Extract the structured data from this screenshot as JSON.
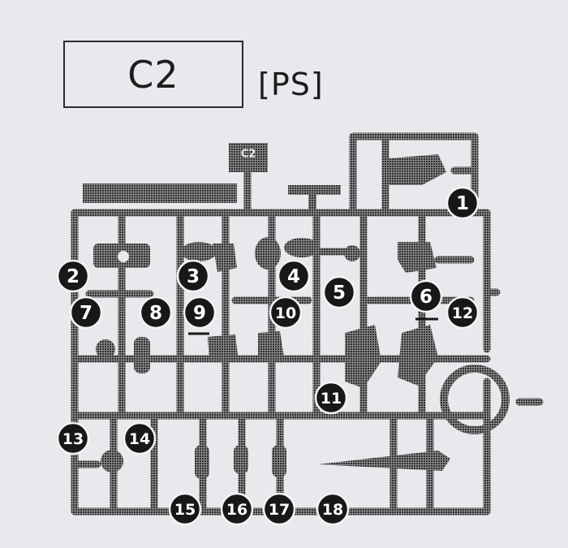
{
  "sprue": {
    "label": "C2",
    "material": "[PS]",
    "tab_label": "C2",
    "colors": {
      "background": "#e9e8ed",
      "runner": "#3a3a3a",
      "callout": "#181818"
    }
  },
  "callouts": [
    {
      "n": "1"
    },
    {
      "n": "2"
    },
    {
      "n": "3"
    },
    {
      "n": "4"
    },
    {
      "n": "5"
    },
    {
      "n": "6"
    },
    {
      "n": "7"
    },
    {
      "n": "8"
    },
    {
      "n": "9"
    },
    {
      "n": "10"
    },
    {
      "n": "11"
    },
    {
      "n": "12"
    },
    {
      "n": "13"
    },
    {
      "n": "14"
    },
    {
      "n": "15"
    },
    {
      "n": "16"
    },
    {
      "n": "17"
    },
    {
      "n": "18"
    }
  ]
}
